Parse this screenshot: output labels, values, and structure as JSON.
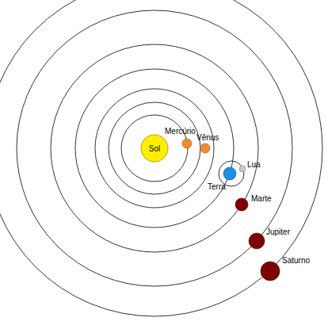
{
  "diagram": {
    "nodes": [
      {
        "text": [
          "Sol"
        ]
      }
    ],
    "labels": [
      "Mercúrio",
      "Vênus",
      "Terra",
      "Lua",
      "Marte",
      "Jupiter",
      "Saturno"
    ]
  }
}
